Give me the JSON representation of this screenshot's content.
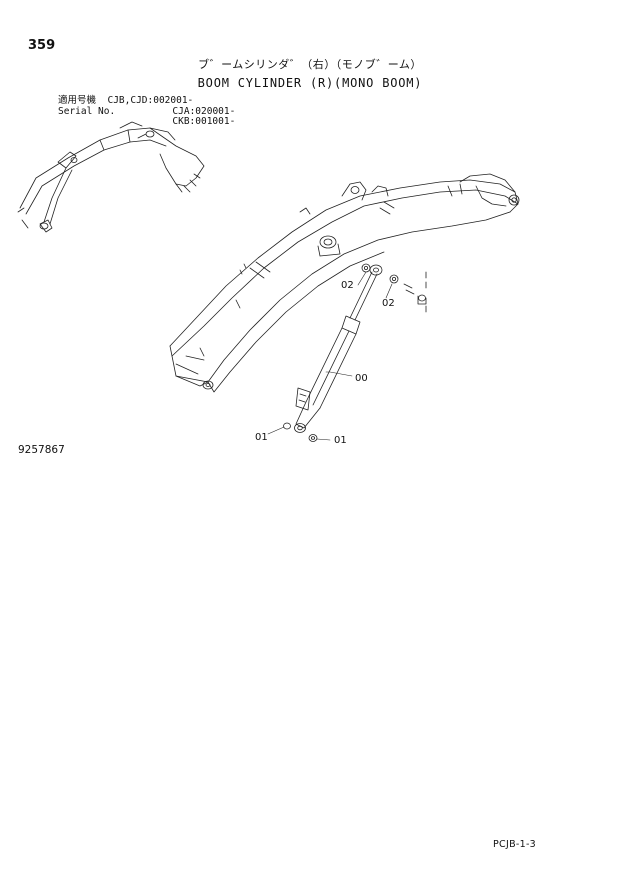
{
  "page_number": "359",
  "title_jp": "ブ゛ームシリンダ゛（右）（モノブ゛ーム）",
  "title_en": "BOOM CYLINDER (R)(MONO BOOM)",
  "serial_table": {
    "label_jp": "適用号機",
    "label_en": "Serial No.",
    "entries": [
      "CJB,CJD:002001-",
      "CJA:020001-",
      "CKB:001001-"
    ]
  },
  "callouts": {
    "c00": "00",
    "c01a": "01",
    "c01b": "01",
    "c02a": "02",
    "c02b": "02"
  },
  "drawing_number": "9257867",
  "page_code": "PCJB-1-3"
}
